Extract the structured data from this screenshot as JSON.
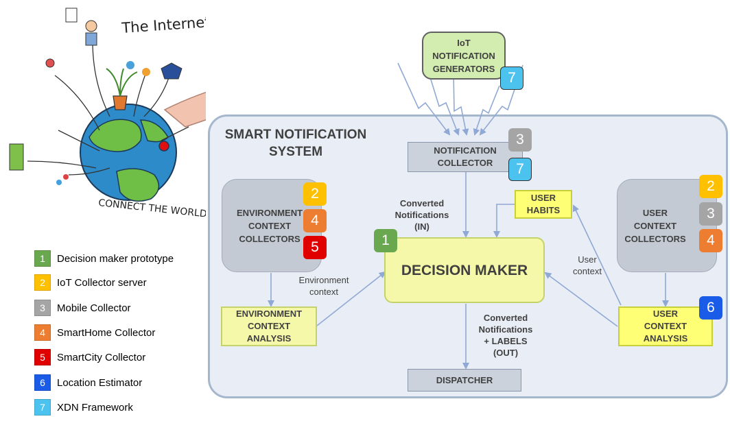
{
  "colors": {
    "c1": "#6aa84f",
    "c2": "#ffc000",
    "c3": "#a5a5a5",
    "c4": "#ed7d31",
    "c5": "#e00000",
    "c6": "#1a5ce8",
    "c7": "#4cc3ef"
  },
  "illustration": {
    "title": "The Internet of THINGS",
    "caption": "CONNECT THE WORLD"
  },
  "legend": [
    {
      "num": "1",
      "label": "Decision maker prototype"
    },
    {
      "num": "2",
      "label": "IoT Collector server"
    },
    {
      "num": "3",
      "label": "Mobile Collector"
    },
    {
      "num": "4",
      "label": "SmartHome Collector"
    },
    {
      "num": "5",
      "label": "SmartCity Collector"
    },
    {
      "num": "6",
      "label": "Location Estimator"
    },
    {
      "num": "7",
      "label": "XDN Framework"
    }
  ],
  "diagram": {
    "system_title": "SMART NOTIFICATION\nSYSTEM",
    "generators": "IoT\nNOTIFICATION\nGENERATORS",
    "collector": "NOTIFICATION\nCOLLECTOR",
    "env_collectors": "ENVIRONMENT\nCONTEXT\nCOLLECTORS",
    "env_analysis": "ENVIRONMENT\nCONTEXT\nANALYSIS",
    "decision_maker": "DECISION MAKER",
    "user_habits": "USER\nHABITS",
    "user_collectors": "USER\nCONTEXT\nCOLLECTORS",
    "user_analysis": "USER\nCONTEXT\nANALYSIS",
    "dispatcher": "DISPATCHER",
    "label_in": "Converted\nNotifications\n(IN)",
    "label_out": "Converted\nNotifications\n+ LABELS\n(OUT)",
    "label_env_ctx": "Environment\ncontext",
    "label_user_ctx": "User\ncontext"
  }
}
